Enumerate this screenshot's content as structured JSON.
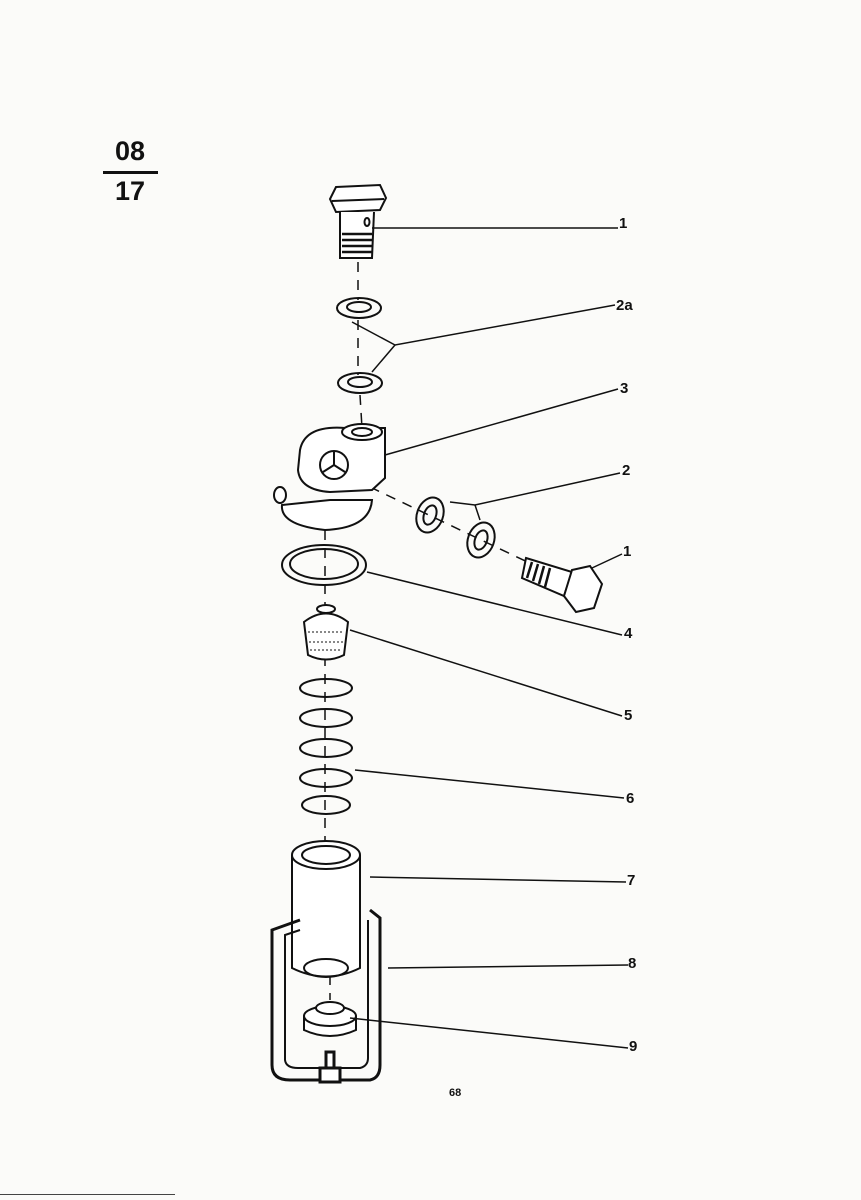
{
  "section": {
    "top": "08",
    "bottom": "17"
  },
  "callouts": [
    "1",
    "2a",
    "3",
    "2",
    "1",
    "4",
    "5",
    "6",
    "7",
    "8",
    "9"
  ],
  "page_number": "68"
}
